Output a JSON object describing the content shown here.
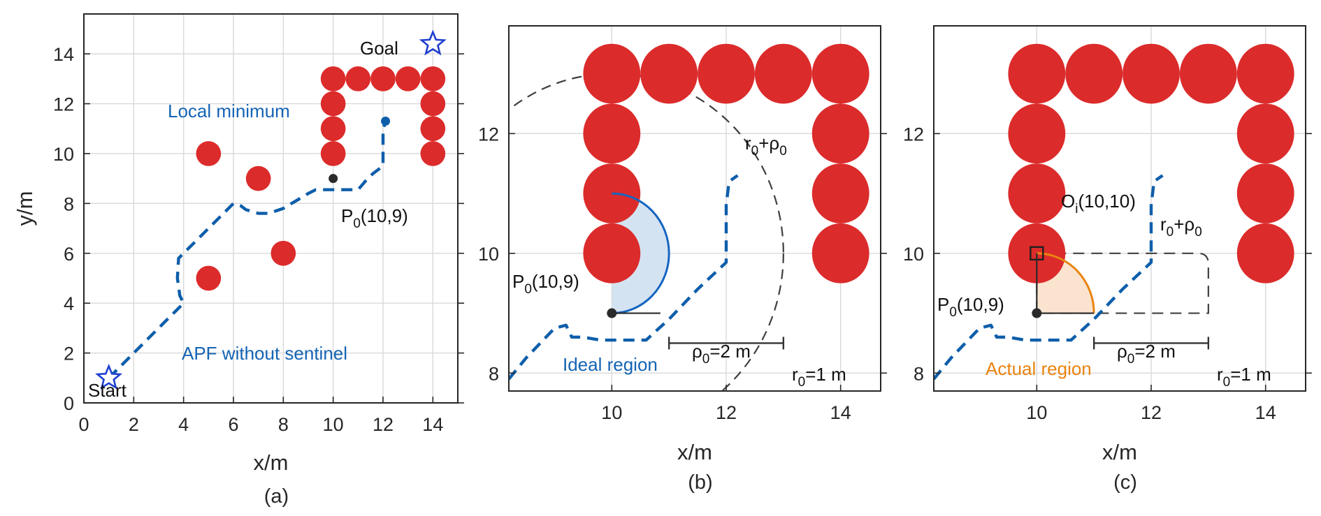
{
  "colors": {
    "obstacle": "#dc2b2b",
    "path": "#0e5eaa",
    "text_blue": "#1464b4",
    "ideal_fill": "#d4e3f1",
    "ideal_stroke": "#1565c0",
    "actual_fill": "#fae3cf",
    "actual_stroke": "#ea8410",
    "star": "#1f3fd0",
    "dark": "#2a2a2a",
    "dashed": "#404040"
  },
  "chart_data": [
    {
      "id": "a",
      "type": "scatter",
      "panel_label": "(a)",
      "xlabel": "x/m",
      "ylabel": "y/m",
      "xlim": [
        0,
        15
      ],
      "ylim": [
        0,
        15.6
      ],
      "xticks": [
        0,
        2,
        4,
        6,
        8,
        10,
        12,
        14
      ],
      "yticks": [
        0,
        2,
        4,
        6,
        8,
        10,
        12,
        14
      ],
      "grid": true,
      "obstacles": [
        {
          "x": 10,
          "y": 13,
          "r": 0.5
        },
        {
          "x": 11,
          "y": 13,
          "r": 0.5
        },
        {
          "x": 12,
          "y": 13,
          "r": 0.5
        },
        {
          "x": 13,
          "y": 13,
          "r": 0.5
        },
        {
          "x": 14,
          "y": 13,
          "r": 0.5
        },
        {
          "x": 10,
          "y": 12,
          "r": 0.5
        },
        {
          "x": 10,
          "y": 11,
          "r": 0.5
        },
        {
          "x": 10,
          "y": 10,
          "r": 0.5
        },
        {
          "x": 14,
          "y": 12,
          "r": 0.5
        },
        {
          "x": 14,
          "y": 11,
          "r": 0.5
        },
        {
          "x": 14,
          "y": 10,
          "r": 0.5
        },
        {
          "x": 5,
          "y": 10,
          "r": 0.5
        },
        {
          "x": 7,
          "y": 9,
          "r": 0.5
        },
        {
          "x": 8,
          "y": 6,
          "r": 0.5
        },
        {
          "x": 5,
          "y": 5,
          "r": 0.5
        }
      ],
      "path": [
        [
          1,
          1
        ],
        [
          1.6,
          1.6
        ],
        [
          2.4,
          2.4
        ],
        [
          3.2,
          3.2
        ],
        [
          4,
          4
        ],
        [
          3.85,
          4.3
        ],
        [
          3.75,
          5
        ],
        [
          3.8,
          5.8
        ],
        [
          4.2,
          6.2
        ],
        [
          4.8,
          6.8
        ],
        [
          5.4,
          7.4
        ],
        [
          6,
          8
        ],
        [
          6.3,
          7.9
        ],
        [
          6.5,
          7.75
        ],
        [
          7,
          7.6
        ],
        [
          7.4,
          7.6
        ],
        [
          7.7,
          7.7
        ],
        [
          8,
          7.8
        ],
        [
          8.5,
          8.1
        ],
        [
          9,
          8.4
        ],
        [
          9.3,
          8.55
        ],
        [
          9.6,
          8.55
        ],
        [
          10,
          8.55
        ],
        [
          10.5,
          8.55
        ],
        [
          11,
          8.55
        ],
        [
          11.3,
          8.9
        ],
        [
          11.6,
          9.2
        ],
        [
          12,
          9.5
        ],
        [
          12,
          10.2
        ],
        [
          12,
          11
        ],
        [
          12.1,
          11.25
        ]
      ],
      "path_end": {
        "x": 12.1,
        "y": 11.3
      },
      "special_point": {
        "x": 10,
        "y": 9
      },
      "start": {
        "x": 1,
        "y": 1
      },
      "goal": {
        "x": 14,
        "y": 14.4
      },
      "labels": {
        "goal": "Goal",
        "start": "Start",
        "local_min": "Local minimum",
        "p0": "P",
        "p0_sub": "0",
        "p0_coord": "(10,9)",
        "apf": "APF without sentinel"
      }
    },
    {
      "id": "b",
      "type": "scatter",
      "panel_label": "(b)",
      "xlabel": "x/m",
      "xlim": [
        8.2,
        14.7
      ],
      "ylim": [
        7.7,
        13.8
      ],
      "xticks": [
        10,
        12,
        14
      ],
      "yticks": [
        8,
        10,
        12
      ],
      "grid": true,
      "obstacles": [
        {
          "x": 10,
          "y": 13,
          "r": 0.5
        },
        {
          "x": 11,
          "y": 13,
          "r": 0.5
        },
        {
          "x": 12,
          "y": 13,
          "r": 0.5
        },
        {
          "x": 13,
          "y": 13,
          "r": 0.5
        },
        {
          "x": 14,
          "y": 13,
          "r": 0.5
        },
        {
          "x": 10,
          "y": 12,
          "r": 0.5
        },
        {
          "x": 10,
          "y": 11,
          "r": 0.5
        },
        {
          "x": 10,
          "y": 10,
          "r": 0.5
        },
        {
          "x": 14,
          "y": 12,
          "r": 0.5
        },
        {
          "x": 14,
          "y": 11,
          "r": 0.5
        },
        {
          "x": 14,
          "y": 10,
          "r": 0.5
        }
      ],
      "path": [
        [
          8.2,
          7.9
        ],
        [
          8.5,
          8.25
        ],
        [
          8.8,
          8.55
        ],
        [
          9,
          8.75
        ],
        [
          9.2,
          8.8
        ],
        [
          9.3,
          8.6
        ],
        [
          9.5,
          8.6
        ],
        [
          9.8,
          8.55
        ],
        [
          10.2,
          8.55
        ],
        [
          10.6,
          8.55
        ],
        [
          11,
          8.9
        ],
        [
          11.5,
          9.4
        ],
        [
          12,
          9.85
        ],
        [
          12,
          10.3
        ],
        [
          12,
          10.8
        ],
        [
          12.05,
          11.2
        ],
        [
          12.2,
          11.3
        ]
      ],
      "point": {
        "x": 10,
        "y": 9
      },
      "region": {
        "cx": 10,
        "cy": 10,
        "r": 1,
        "name": "Ideal region"
      },
      "influence_arc": {
        "cx": 10,
        "cy": 10,
        "r": 3
      },
      "rho_bar": {
        "x1": 11,
        "x2": 13,
        "y": 8.5
      },
      "labels": {
        "p0": "P",
        "p0_sub": "0",
        "p0_coord": "(10,9)",
        "r0rho": "r",
        "r0rho_sub": "0",
        "r0rho_plus": "+ρ",
        "r0rho_sub2": "0",
        "rho_prefix": "ρ",
        "rho_sub": "0",
        "rho_suffix": "=2 m",
        "r0_prefix": "r",
        "r0_sub": "0",
        "r0_suffix": "=1 m",
        "region": "Ideal region"
      }
    },
    {
      "id": "c",
      "type": "scatter",
      "panel_label": "(c)",
      "xlabel": "x/m",
      "xlim": [
        8.2,
        14.7
      ],
      "ylim": [
        7.7,
        13.8
      ],
      "xticks": [
        10,
        12,
        14
      ],
      "yticks": [
        8,
        10,
        12
      ],
      "grid": true,
      "obstacles": [
        {
          "x": 10,
          "y": 13,
          "r": 0.5
        },
        {
          "x": 11,
          "y": 13,
          "r": 0.5
        },
        {
          "x": 12,
          "y": 13,
          "r": 0.5
        },
        {
          "x": 13,
          "y": 13,
          "r": 0.5
        },
        {
          "x": 14,
          "y": 13,
          "r": 0.5
        },
        {
          "x": 10,
          "y": 12,
          "r": 0.5
        },
        {
          "x": 10,
          "y": 11,
          "r": 0.5
        },
        {
          "x": 10,
          "y": 10,
          "r": 0.5
        },
        {
          "x": 14,
          "y": 12,
          "r": 0.5
        },
        {
          "x": 14,
          "y": 11,
          "r": 0.5
        },
        {
          "x": 14,
          "y": 10,
          "r": 0.5
        }
      ],
      "path": [
        [
          8.2,
          7.9
        ],
        [
          8.5,
          8.25
        ],
        [
          8.8,
          8.55
        ],
        [
          9,
          8.75
        ],
        [
          9.2,
          8.8
        ],
        [
          9.3,
          8.6
        ],
        [
          9.5,
          8.6
        ],
        [
          9.8,
          8.55
        ],
        [
          10.2,
          8.55
        ],
        [
          10.6,
          8.55
        ],
        [
          11,
          8.9
        ],
        [
          11.5,
          9.4
        ],
        [
          12,
          9.85
        ],
        [
          12,
          10.3
        ],
        [
          12,
          10.8
        ],
        [
          12.05,
          11.2
        ],
        [
          12.2,
          11.3
        ]
      ],
      "point": {
        "x": 10,
        "y": 9
      },
      "center": {
        "x": 10,
        "y": 10
      },
      "region": {
        "cx": 10,
        "cy": 9,
        "r": 1,
        "name": "Actual region"
      },
      "rect": {
        "x1": 10,
        "y1": 9,
        "x2": 13,
        "y2": 10
      },
      "rho_bar": {
        "x1": 11,
        "x2": 13,
        "y": 8.5
      },
      "labels": {
        "oi": "O",
        "oi_sub": "i",
        "oi_coord": "(10,10)",
        "p0": "P",
        "p0_sub": "0",
        "p0_coord": "(10,9)",
        "r0rho": "r",
        "r0rho_sub": "0",
        "r0rho_plus": "+ρ",
        "r0rho_sub2": "0",
        "rho_prefix": "ρ",
        "rho_sub": "0",
        "rho_suffix": "=2 m",
        "r0_prefix": "r",
        "r0_sub": "0",
        "r0_suffix": "=1 m",
        "region": "Actual region"
      }
    }
  ]
}
